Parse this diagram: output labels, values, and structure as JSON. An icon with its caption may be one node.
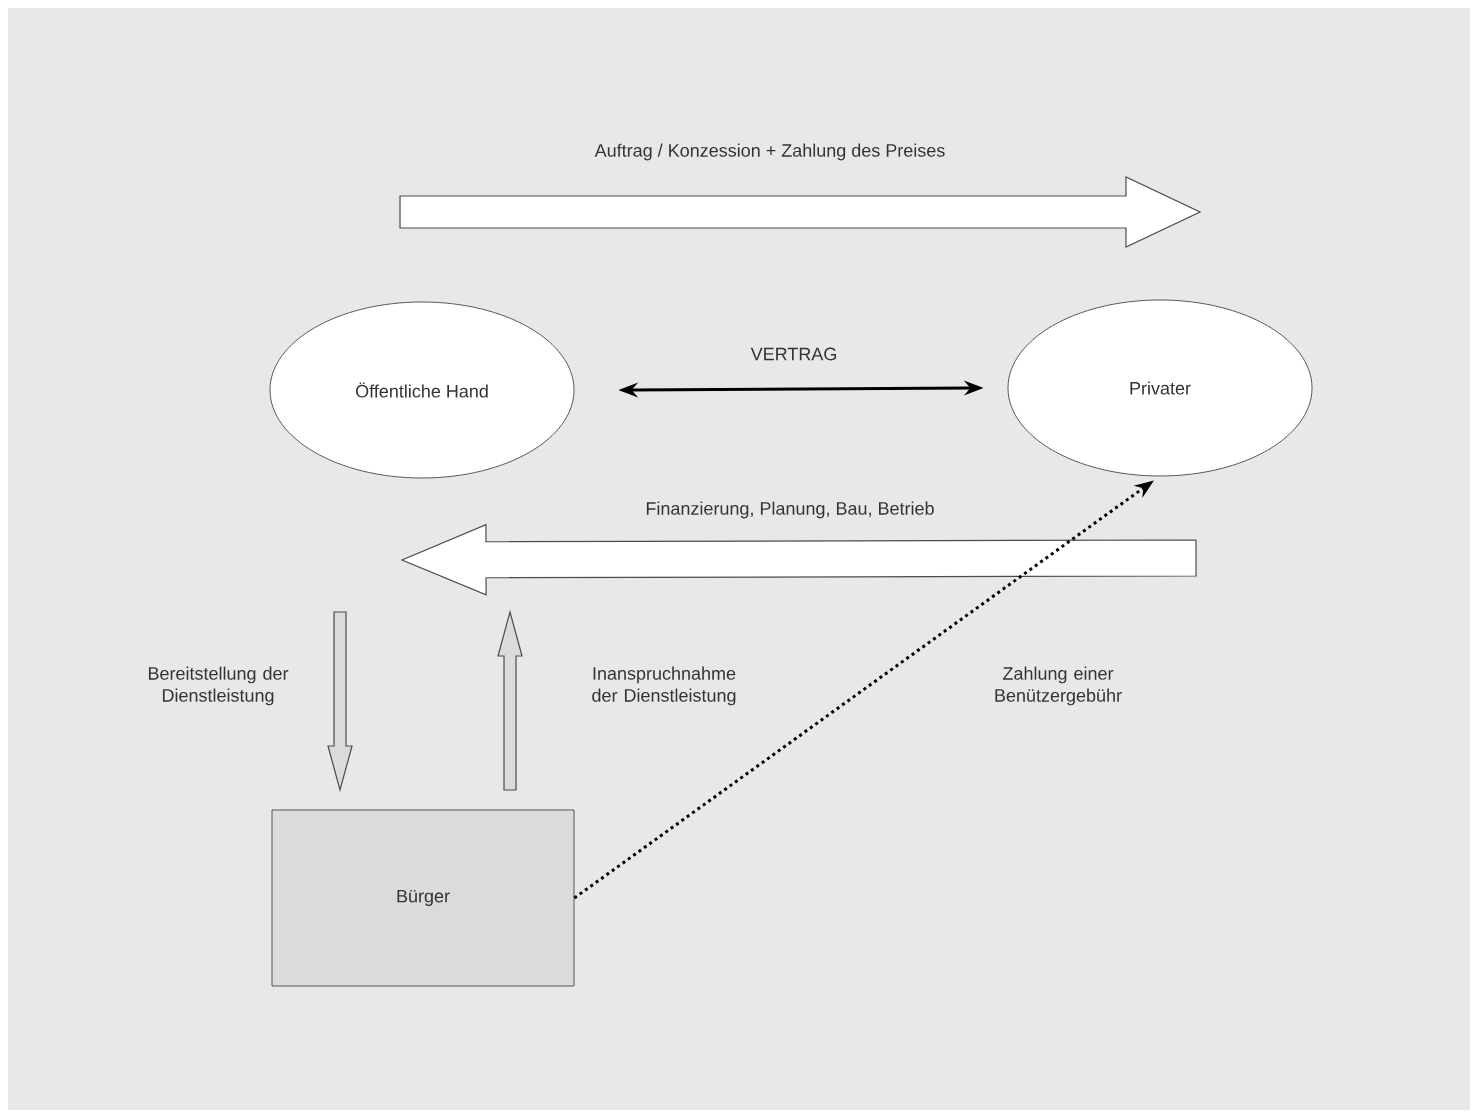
{
  "diagram": {
    "nodes": [
      {
        "text": [
          "Öffentliche Hand"
        ]
      },
      {
        "text": [
          "Privater"
        ]
      },
      {
        "text": [
          "Bürger"
        ]
      }
    ],
    "edges": [
      {
        "from": 0,
        "to": 1,
        "arrow": "to",
        "label": "Auftrag / Konzession + Zahlung des Preises"
      },
      {
        "from": 0,
        "to": 1,
        "arrow": "both",
        "label": "VERTRAG"
      },
      {
        "from": 1,
        "to": 0,
        "arrow": "to",
        "label": "Finanzierung, Planung, Bau, Betrieb"
      },
      {
        "from": 0,
        "to": 2,
        "arrow": "to",
        "label": "Bereitstellung der Dienstleistung"
      },
      {
        "from": 2,
        "to": 0,
        "arrow": "to",
        "label": "Inanspruchnahme der Dienstleistung"
      },
      {
        "from": 2,
        "to": 1,
        "arrow": "to",
        "label": "Zahlung einer Benützergebühr",
        "style": "dashed"
      }
    ]
  }
}
